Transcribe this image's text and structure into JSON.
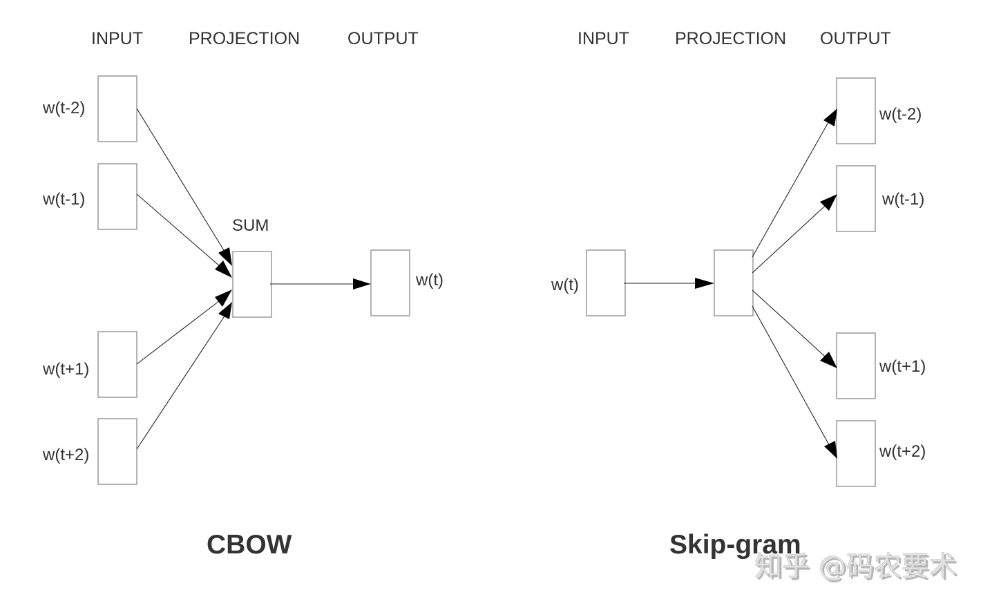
{
  "cbow": {
    "title": "CBOW",
    "headers": {
      "input": "INPUT",
      "projection": "PROJECTION",
      "output": "OUTPUT"
    },
    "sum_label": "SUM",
    "inputs": [
      "w(t-2)",
      "w(t-1)",
      "w(t+1)",
      "w(t+2)"
    ],
    "output": "w(t)"
  },
  "skipgram": {
    "title": "Skip-gram",
    "headers": {
      "input": "INPUT",
      "projection": "PROJECTION",
      "output": "OUTPUT"
    },
    "input": "w(t)",
    "outputs": [
      "w(t-2)",
      "w(t-1)",
      "w(t+1)",
      "w(t+2)"
    ]
  },
  "watermark": "知乎 @码农要术"
}
